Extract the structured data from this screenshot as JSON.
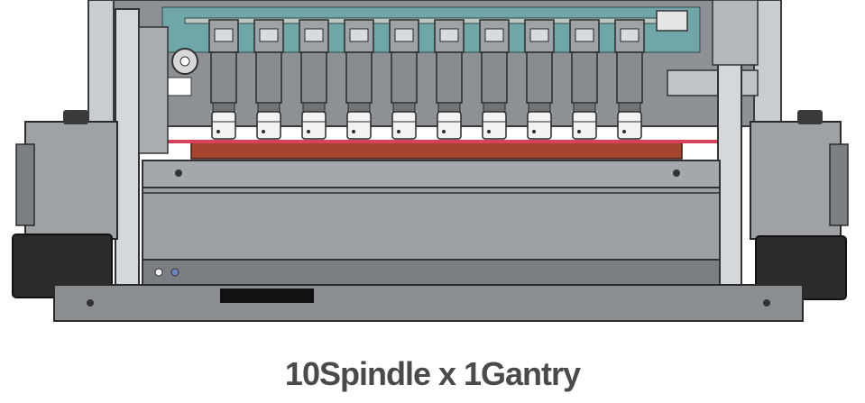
{
  "illustration": {
    "subject": "multi-spindle-cnc-machine-front-view",
    "spindle_count": 10,
    "gantry_count": 1,
    "colors": {
      "frame_dark": "#4a4d52",
      "frame_mid": "#8d9196",
      "frame_light": "#c9ccd0",
      "gantry_plate": "#a4a8ad",
      "board_teal": "#6fa6a8",
      "spindle_body": "#9ea3a8",
      "collet_white": "#f2f2f2",
      "table_red": "#a3452f",
      "cable_red": "#d9415a",
      "foot_black": "#2b2b2b"
    }
  },
  "caption": {
    "text": "10Spindle x 1Gantry"
  }
}
